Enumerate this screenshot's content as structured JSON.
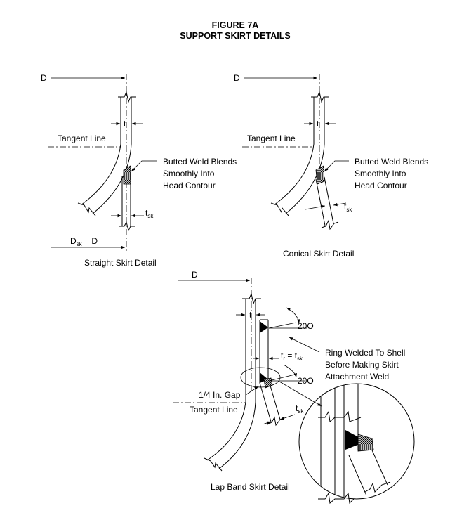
{
  "figure": {
    "title_line1": "FIGURE 7A",
    "title_line2": "SUPPORT SKIRT DETAILS"
  },
  "straight": {
    "caption": "Straight Skirt Detail",
    "d_label": "D",
    "t_label": "t",
    "tangent_label": "Tangent Line",
    "weld_note_1": "Butted Weld Blends",
    "weld_note_2": "Smoothly Into",
    "weld_note_3": "Head Contour",
    "tsk_main": "t",
    "tsk_sub": "sk",
    "dsk_main": "D",
    "dsk_sub": "sk",
    "dsk_eq": " = D"
  },
  "conical": {
    "caption": "Conical Skirt Detail",
    "d_label": "D",
    "t_label": "t",
    "tangent_label": "Tangent Line",
    "weld_note_1": "Butted Weld Blends",
    "weld_note_2": "Smoothly Into",
    "weld_note_3": "Head Contour",
    "tsk_main": "t",
    "tsk_sub": "sk"
  },
  "lap": {
    "caption": "Lap Band Skirt Detail",
    "d_label": "D",
    "t_label": "t",
    "angle_top": "20O",
    "angle_bottom": "20O",
    "tr_main": "t",
    "tr_sub1": "r",
    "tr_eq": " = t",
    "tr_sub2": "sk",
    "ring_note_1": "Ring Welded To Shell",
    "ring_note_2": "Before Making Skirt",
    "ring_note_3": "Attachment Weld",
    "gap_label": "1/4 In. Gap",
    "tangent_label": "Tangent Line",
    "tsk_main": "t",
    "tsk_sub": "sk"
  }
}
